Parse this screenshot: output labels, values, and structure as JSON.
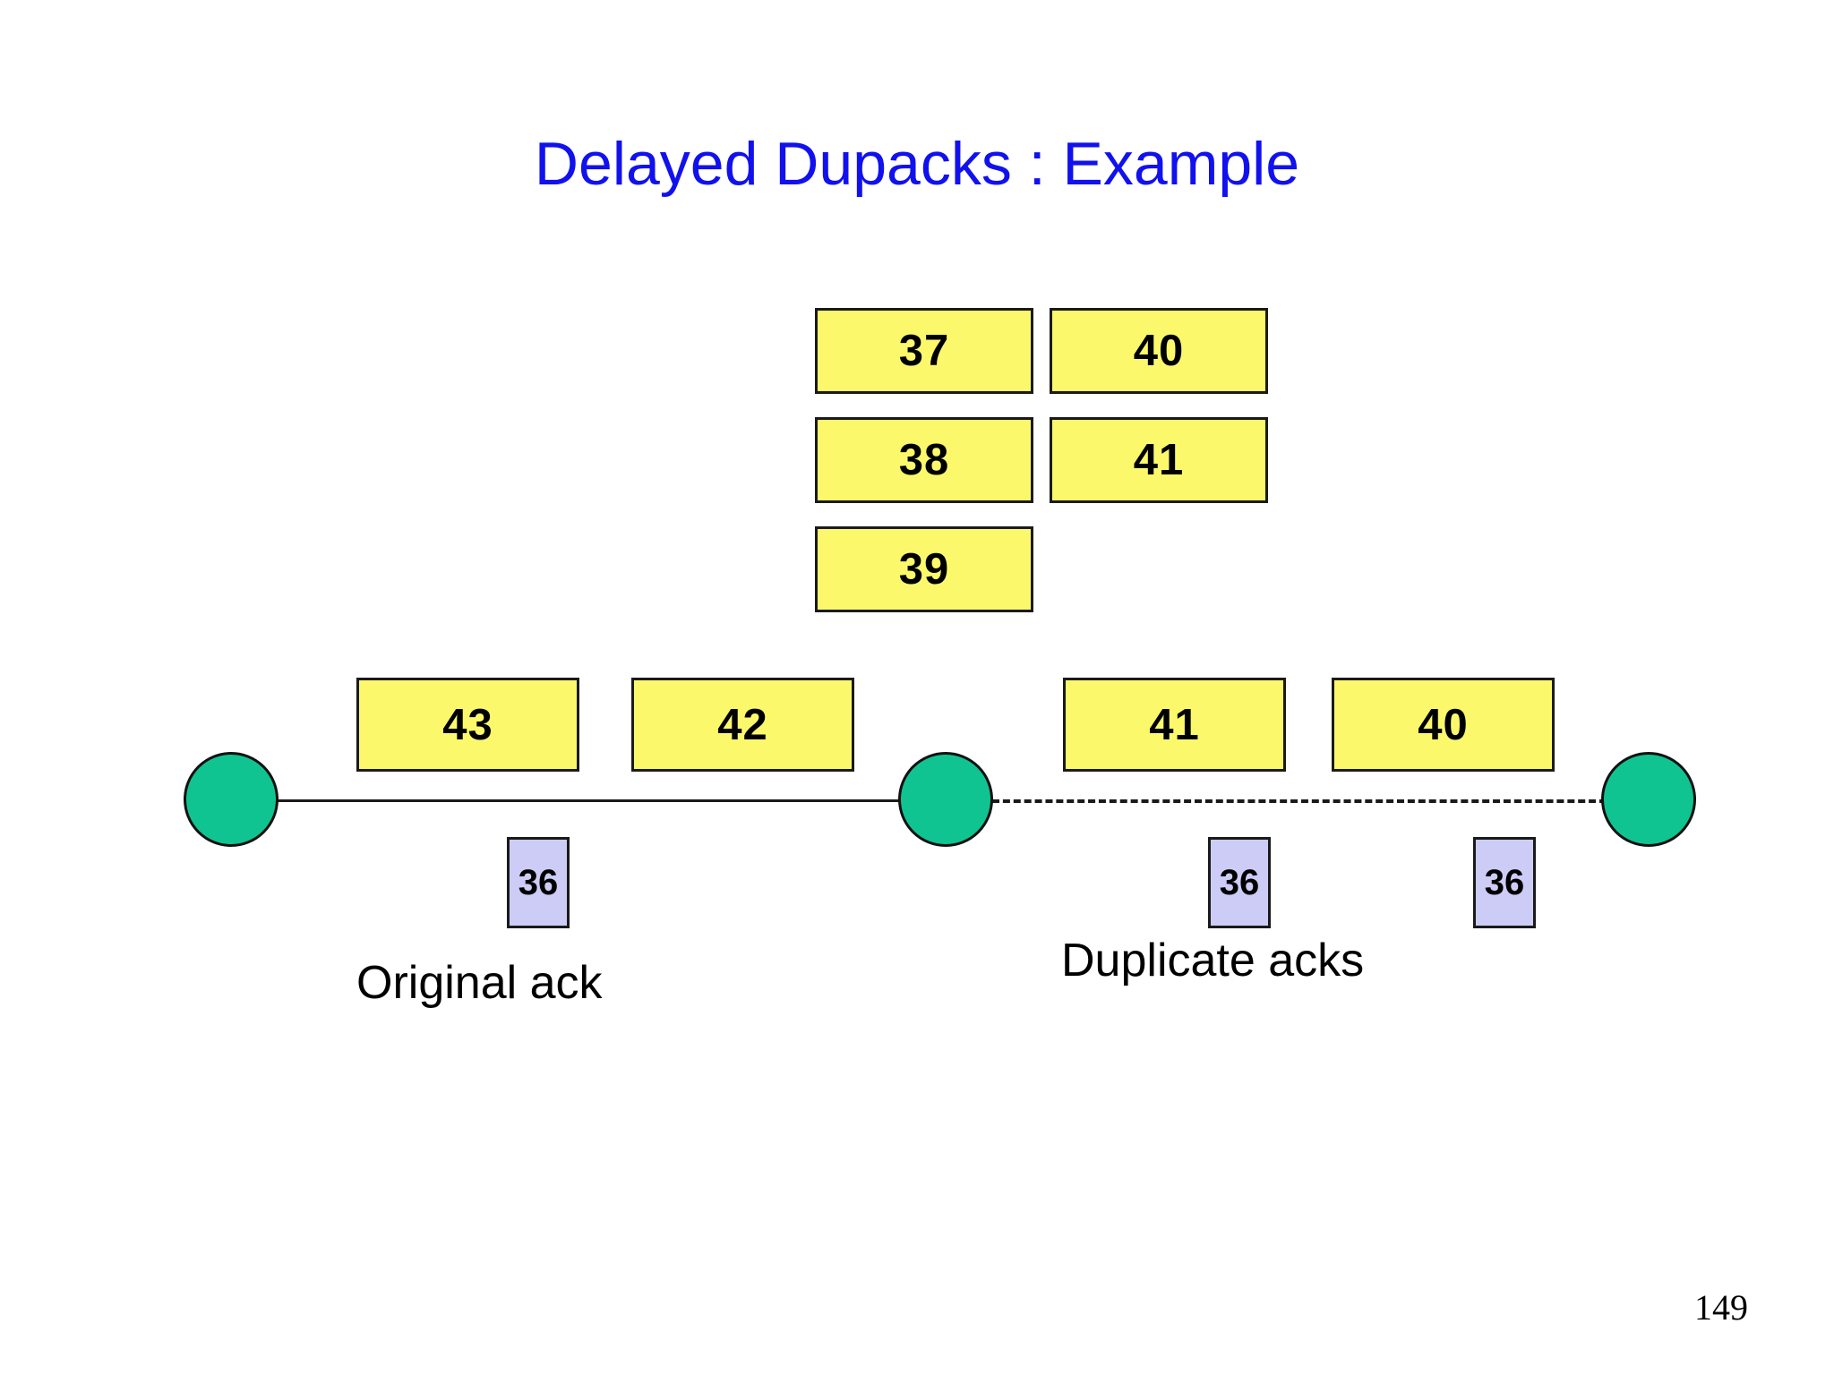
{
  "slide": {
    "title": "Delayed Dupacks : Example",
    "page_number": "149",
    "title_color": "#1111ee",
    "packet_fill": "#fbf96b",
    "ack_fill": "#ccccf7",
    "node_fill": "#10c492",
    "stroke_color": "#1a1a1a"
  },
  "queue": {
    "column_left": [
      {
        "label": "37"
      },
      {
        "label": "38"
      },
      {
        "label": "39"
      }
    ],
    "column_right": [
      {
        "label": "40"
      },
      {
        "label": "41"
      }
    ]
  },
  "wire": {
    "left_segment_style": "solid",
    "right_segment_style": "dashed",
    "packets_left": [
      {
        "label": "43"
      },
      {
        "label": "42"
      }
    ],
    "packets_right": [
      {
        "label": "41"
      },
      {
        "label": "40"
      }
    ],
    "nodes": [
      {
        "name": "sender-node"
      },
      {
        "name": "middle-node"
      },
      {
        "name": "receiver-node"
      }
    ]
  },
  "acks": {
    "original": [
      {
        "label": "36"
      }
    ],
    "duplicates": [
      {
        "label": "36"
      },
      {
        "label": "36"
      }
    ]
  },
  "captions": {
    "original_ack": "Original ack",
    "duplicate_acks": "Duplicate acks"
  }
}
